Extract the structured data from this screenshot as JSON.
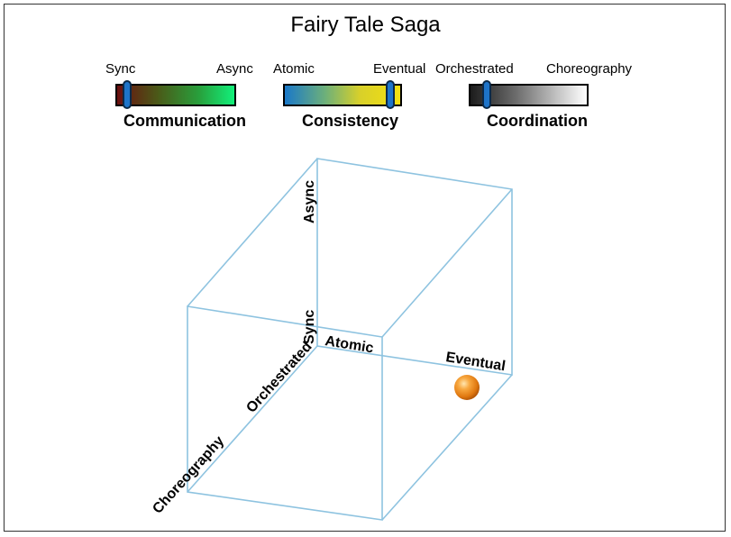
{
  "title": "Fairy Tale Saga",
  "scales": [
    {
      "left": "Sync",
      "right": "Async",
      "caption": "Communication",
      "value": 0.1
    },
    {
      "left": "Atomic",
      "right": "Eventual",
      "caption": "Consistency",
      "value": 0.9
    },
    {
      "left": "Orchestrated",
      "right": "Choreography",
      "caption": "Coordination",
      "value": 0.15
    }
  ],
  "cube_labels": {
    "async": "Async",
    "sync": "Sync",
    "atomic": "Atomic",
    "eventual": "Eventual",
    "orchestrated": "Orchestrated",
    "choreography": "Choreography"
  },
  "colors": {
    "cube_line": "#8ec3e0",
    "marker": "#1e74c9",
    "sphere": "#f08c1e"
  }
}
